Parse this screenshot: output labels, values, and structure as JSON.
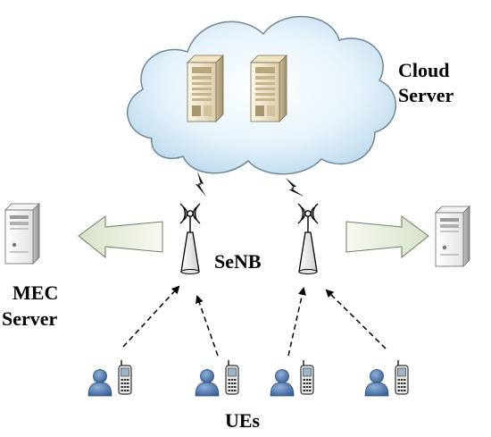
{
  "labels": {
    "cloud_line1": "Cloud",
    "cloud_line2": "Server",
    "senb": "SeNB",
    "mec_line1": "MEC",
    "mec_line2": "Server",
    "ues": "UEs"
  },
  "icons": {
    "cloud": "cloud-icon",
    "server_tower": "server-tower-icon",
    "antenna": "antenna-icon",
    "lightning": "lightning-icon",
    "user": "user-icon",
    "phone": "mobile-phone-icon"
  },
  "colors": {
    "cloud_fill": "#d8ecf8",
    "cloud_stroke": "#6e8796",
    "server_fill": "#f1e7cd",
    "arrow_fill": "#e8efdf",
    "user_fill": "#4f78ac"
  }
}
